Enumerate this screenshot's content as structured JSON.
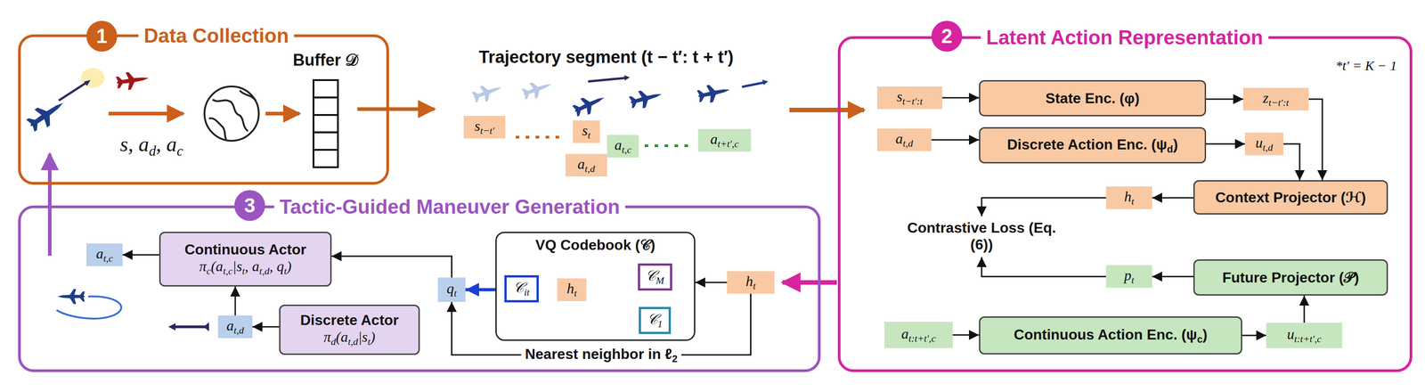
{
  "diagram": {
    "nodes": [
      {
        "text": [
          "Data Collection"
        ]
      },
      {
        "text": [
          "1"
        ],
        "in": 0
      },
      {
        "text": [
          "Buffer 𝒟"
        ],
        "in": 0
      },
      {
        "text": [
          "st−t′"
        ]
      },
      {
        "text": [
          "st"
        ]
      },
      {
        "text": [
          "at,d"
        ]
      },
      {
        "text": [
          "at,c"
        ]
      },
      {
        "text": [
          "at+t′,c"
        ]
      },
      {
        "text": [
          "Latent Action Representation"
        ]
      },
      {
        "text": [
          "2"
        ],
        "in": 8
      },
      {
        "text": [
          "st−t′:t"
        ],
        "in": 8
      },
      {
        "text": [
          "State Enc. (φ)"
        ],
        "in": 8
      },
      {
        "text": [
          "zt−t′:t"
        ],
        "in": 8
      },
      {
        "text": [
          "at,d"
        ],
        "in": 8
      },
      {
        "text": [
          "Discrete Action Enc. (ψd)"
        ],
        "in": 8
      },
      {
        "text": [
          "ut,d"
        ],
        "in": 8
      },
      {
        "text": [
          "ht"
        ],
        "in": 8
      },
      {
        "text": [
          "Context Projector (ℋ)"
        ],
        "in": 8
      },
      {
        "text": [
          "pt"
        ],
        "in": 8
      },
      {
        "text": [
          "Future Projector (𝒫)"
        ],
        "in": 8
      },
      {
        "text": [
          "at:t+t′,c"
        ],
        "in": 8
      },
      {
        "text": [
          "Continuous Action Enc. (ψc)"
        ],
        "in": 8
      },
      {
        "text": [
          "ut:t+t′,c"
        ],
        "in": 8
      },
      {
        "text": [
          "Tactic-Guided Maneuver Generation"
        ]
      },
      {
        "text": [
          "3"
        ],
        "in": 23
      },
      {
        "text": [
          "at,c"
        ],
        "in": 23
      },
      {
        "text": [
          "Continuous Actor",
          "πc(at,c|st, at,d, qt)"
        ],
        "in": 23
      },
      {
        "text": [
          "at,d"
        ],
        "in": 23
      },
      {
        "text": [
          "Discrete Actor",
          "πd(at,d|st)"
        ],
        "in": 23
      },
      {
        "text": [
          "qt"
        ],
        "in": 23
      },
      {
        "text": [
          "VQ Codebook (𝒞)"
        ],
        "in": 23
      },
      {
        "text": [
          "𝒞it"
        ],
        "in": 30
      },
      {
        "text": [
          "ht"
        ],
        "in": 30
      },
      {
        "text": [
          "𝒞M"
        ],
        "in": 30
      },
      {
        "text": [
          "𝒞1"
        ],
        "in": 30
      },
      {
        "text": [
          "ht"
        ],
        "in": 23
      }
    ],
    "edges": [
      {
        "from": 10,
        "to": 11,
        "arrow": "to"
      },
      {
        "from": 11,
        "to": 12,
        "arrow": "to"
      },
      {
        "from": 12,
        "to": 17,
        "arrow": "to"
      },
      {
        "from": 13,
        "to": 14,
        "arrow": "to"
      },
      {
        "from": 14,
        "to": 15,
        "arrow": "to"
      },
      {
        "from": 15,
        "to": 17,
        "arrow": "to"
      },
      {
        "from": 17,
        "to": 16,
        "arrow": "to"
      },
      {
        "from": 21,
        "to": 22,
        "arrow": "to"
      },
      {
        "from": 20,
        "to": 21,
        "arrow": "to"
      },
      {
        "from": 22,
        "to": 19,
        "arrow": "to"
      },
      {
        "from": 19,
        "to": 18,
        "arrow": "to"
      },
      {
        "from": 35,
        "to": 30,
        "arrow": "to"
      },
      {
        "from": 35,
        "to": 29,
        "label": "Nearest neighbor in ℓ2",
        "arrow": "to"
      },
      {
        "from": 31,
        "to": 29,
        "arrow": "to"
      },
      {
        "from": 32,
        "to": 31,
        "arrow": "both"
      },
      {
        "from": 32,
        "to": 33,
        "arrow": "both"
      },
      {
        "from": 32,
        "to": 34,
        "arrow": "both"
      },
      {
        "from": 29,
        "to": 26,
        "arrow": "to"
      },
      {
        "from": 27,
        "to": 26,
        "arrow": "to"
      },
      {
        "from": 28,
        "to": 27,
        "arrow": "to"
      },
      {
        "from": 26,
        "to": 25,
        "arrow": "to"
      }
    ],
    "labels": [
      "s, ad, ac",
      "Trajectory segment (t − t′: t + t′)",
      "*t′ = K − 1",
      "Contrastive Loss (Eq. (6))"
    ]
  }
}
